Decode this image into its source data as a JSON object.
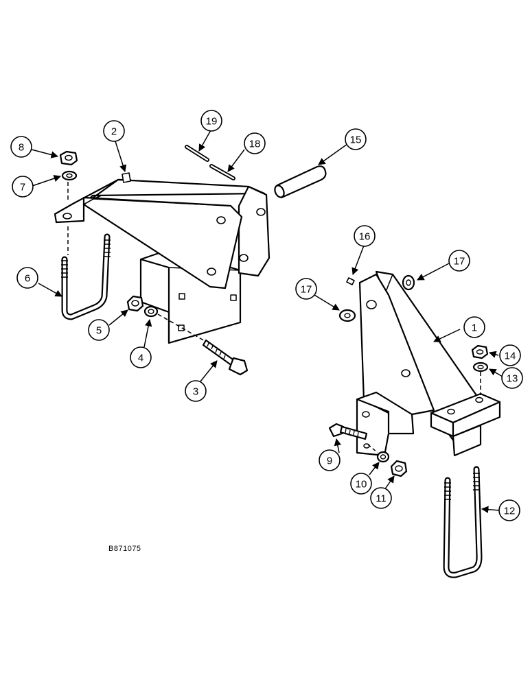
{
  "figure": {
    "reference_code": "B871075",
    "callouts": [
      {
        "id": "c1",
        "label": "1"
      },
      {
        "id": "c2",
        "label": "2"
      },
      {
        "id": "c3",
        "label": "3"
      },
      {
        "id": "c4",
        "label": "4"
      },
      {
        "id": "c5",
        "label": "5"
      },
      {
        "id": "c6",
        "label": "6"
      },
      {
        "id": "c7",
        "label": "7"
      },
      {
        "id": "c8",
        "label": "8"
      },
      {
        "id": "c9",
        "label": "9"
      },
      {
        "id": "c10",
        "label": "10"
      },
      {
        "id": "c11",
        "label": "11"
      },
      {
        "id": "c12",
        "label": "12"
      },
      {
        "id": "c13",
        "label": "13"
      },
      {
        "id": "c14",
        "label": "14"
      },
      {
        "id": "c15",
        "label": "15"
      },
      {
        "id": "c16",
        "label": "16"
      },
      {
        "id": "c17a",
        "label": "17"
      },
      {
        "id": "c17b",
        "label": "17"
      },
      {
        "id": "c18",
        "label": "18"
      },
      {
        "id": "c19",
        "label": "19"
      }
    ]
  }
}
